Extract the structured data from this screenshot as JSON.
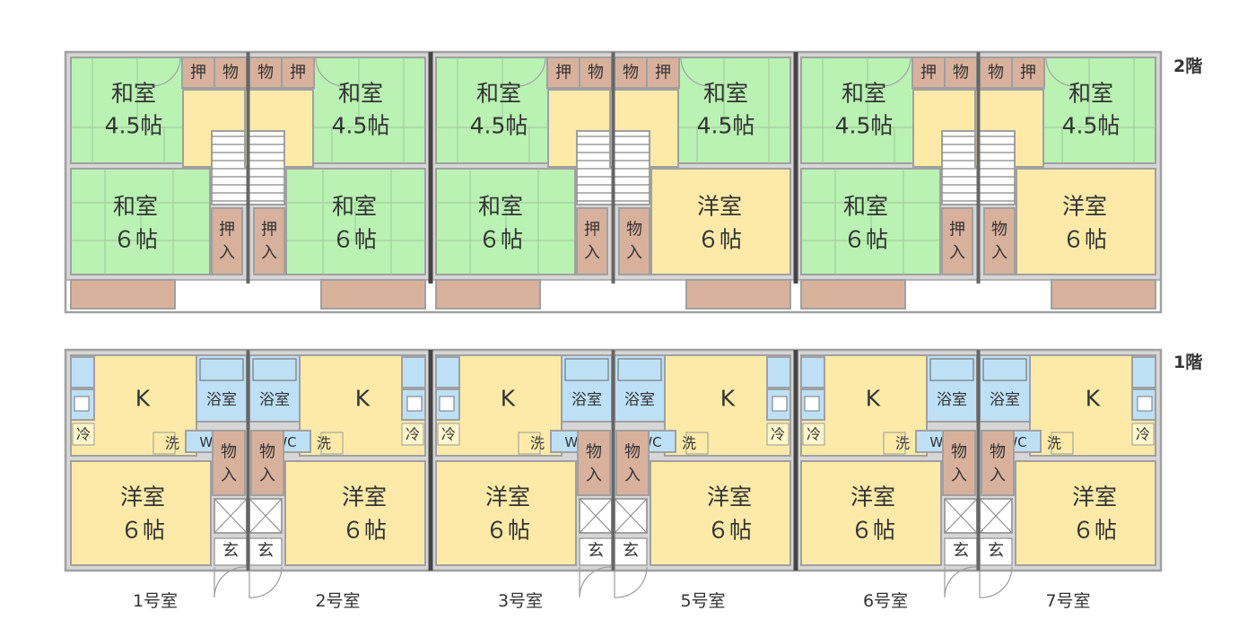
{
  "floors": {
    "second": {
      "label": "2階",
      "units": [
        {
          "mirror": false,
          "room_top": {
            "label": "和室",
            "size": "4.5帖"
          },
          "room_bottom": {
            "label": "和室",
            "size": "６帖",
            "style": "washitsu"
          },
          "closet_bottom": "押入",
          "closet_top_a": "押",
          "closet_top_b": "物"
        },
        {
          "mirror": true,
          "room_top": {
            "label": "和室",
            "size": "4.5帖"
          },
          "room_bottom": {
            "label": "和室",
            "size": "６帖",
            "style": "washitsu"
          },
          "closet_bottom": "押入",
          "closet_top_a": "押",
          "closet_top_b": "物"
        },
        {
          "mirror": false,
          "room_top": {
            "label": "和室",
            "size": "4.5帖"
          },
          "room_bottom": {
            "label": "和室",
            "size": "６帖",
            "style": "washitsu"
          },
          "closet_bottom": "押入",
          "closet_top_a": "押",
          "closet_top_b": "物"
        },
        {
          "mirror": true,
          "room_top": {
            "label": "和室",
            "size": "4.5帖"
          },
          "room_bottom": {
            "label": "洋室",
            "size": "６帖",
            "style": "yoshitsu"
          },
          "closet_bottom": "物入",
          "closet_top_a": "押",
          "closet_top_b": "物"
        },
        {
          "mirror": false,
          "room_top": {
            "label": "和室",
            "size": "4.5帖"
          },
          "room_bottom": {
            "label": "和室",
            "size": "６帖",
            "style": "washitsu"
          },
          "closet_bottom": "押入",
          "closet_top_a": "押",
          "closet_top_b": "物"
        },
        {
          "mirror": true,
          "room_top": {
            "label": "和室",
            "size": "4.5帖"
          },
          "room_bottom": {
            "label": "洋室",
            "size": "６帖",
            "style": "yoshitsu"
          },
          "closet_bottom": "物入",
          "closet_top_a": "押",
          "closet_top_b": "物"
        }
      ]
    },
    "first": {
      "label": "1階",
      "units": [
        {
          "mirror": false,
          "unit_name": "1号室",
          "kitchen": "K",
          "bath": "浴室",
          "toilet": "WC",
          "washer": "洗",
          "fridge": "冷",
          "storage": "物入",
          "room": {
            "label": "洋室",
            "size": "６帖"
          },
          "entrance": "玄"
        },
        {
          "mirror": true,
          "unit_name": "2号室",
          "kitchen": "K",
          "bath": "浴室",
          "toilet": "WC",
          "washer": "洗",
          "fridge": "冷",
          "storage": "物入",
          "room": {
            "label": "洋室",
            "size": "６帖"
          },
          "entrance": "玄"
        },
        {
          "mirror": false,
          "unit_name": "3号室",
          "kitchen": "K",
          "bath": "浴室",
          "toilet": "WC",
          "washer": "洗",
          "fridge": "冷",
          "storage": "物入",
          "room": {
            "label": "洋室",
            "size": "６帖"
          },
          "entrance": "玄"
        },
        {
          "mirror": true,
          "unit_name": "5号室",
          "kitchen": "K",
          "bath": "浴室",
          "toilet": "WC",
          "washer": "洗",
          "fridge": "冷",
          "storage": "物入",
          "room": {
            "label": "洋室",
            "size": "６帖"
          },
          "entrance": "玄"
        },
        {
          "mirror": false,
          "unit_name": "6号室",
          "kitchen": "K",
          "bath": "浴室",
          "toilet": "WC",
          "washer": "洗",
          "fridge": "冷",
          "storage": "物入",
          "room": {
            "label": "洋室",
            "size": "６帖"
          },
          "entrance": "玄"
        },
        {
          "mirror": true,
          "unit_name": "7号室",
          "kitchen": "K",
          "bath": "浴室",
          "toilet": "WC",
          "washer": "洗",
          "fridge": "冷",
          "storage": "物入",
          "room": {
            "label": "洋室",
            "size": "６帖"
          },
          "entrance": "玄"
        }
      ]
    }
  },
  "colors": {
    "washitsu": "#b9f2b3",
    "yoshitsu": "#fdeaa8",
    "closet": "#d8b19c",
    "wet_area": "#bde0f7",
    "wall": "#a0a0a0",
    "wall_fill": "#d6d6d6",
    "partition": "#555555",
    "text": "#333333"
  }
}
